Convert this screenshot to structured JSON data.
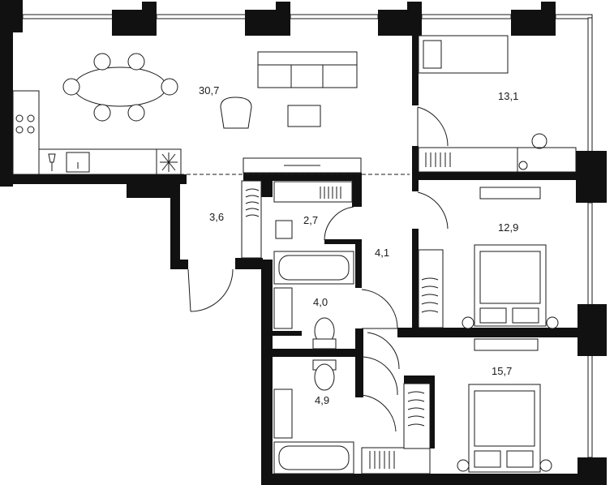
{
  "rooms": [
    {
      "id": "living-kitchen",
      "area": "30,7"
    },
    {
      "id": "hall",
      "area": "3,6"
    },
    {
      "id": "wc",
      "area": "2,7"
    },
    {
      "id": "corridor",
      "area": "4,1"
    },
    {
      "id": "bathroom-1",
      "area": "4,0"
    },
    {
      "id": "bathroom-2",
      "area": "4,9"
    },
    {
      "id": "bedroom-top",
      "area": "13,1"
    },
    {
      "id": "bedroom-middle",
      "area": "12,9"
    },
    {
      "id": "bedroom-bottom",
      "area": "15,7"
    }
  ],
  "colors": {
    "wall": "#111111",
    "line": "#1a1a1a",
    "background": "#ffffff"
  }
}
